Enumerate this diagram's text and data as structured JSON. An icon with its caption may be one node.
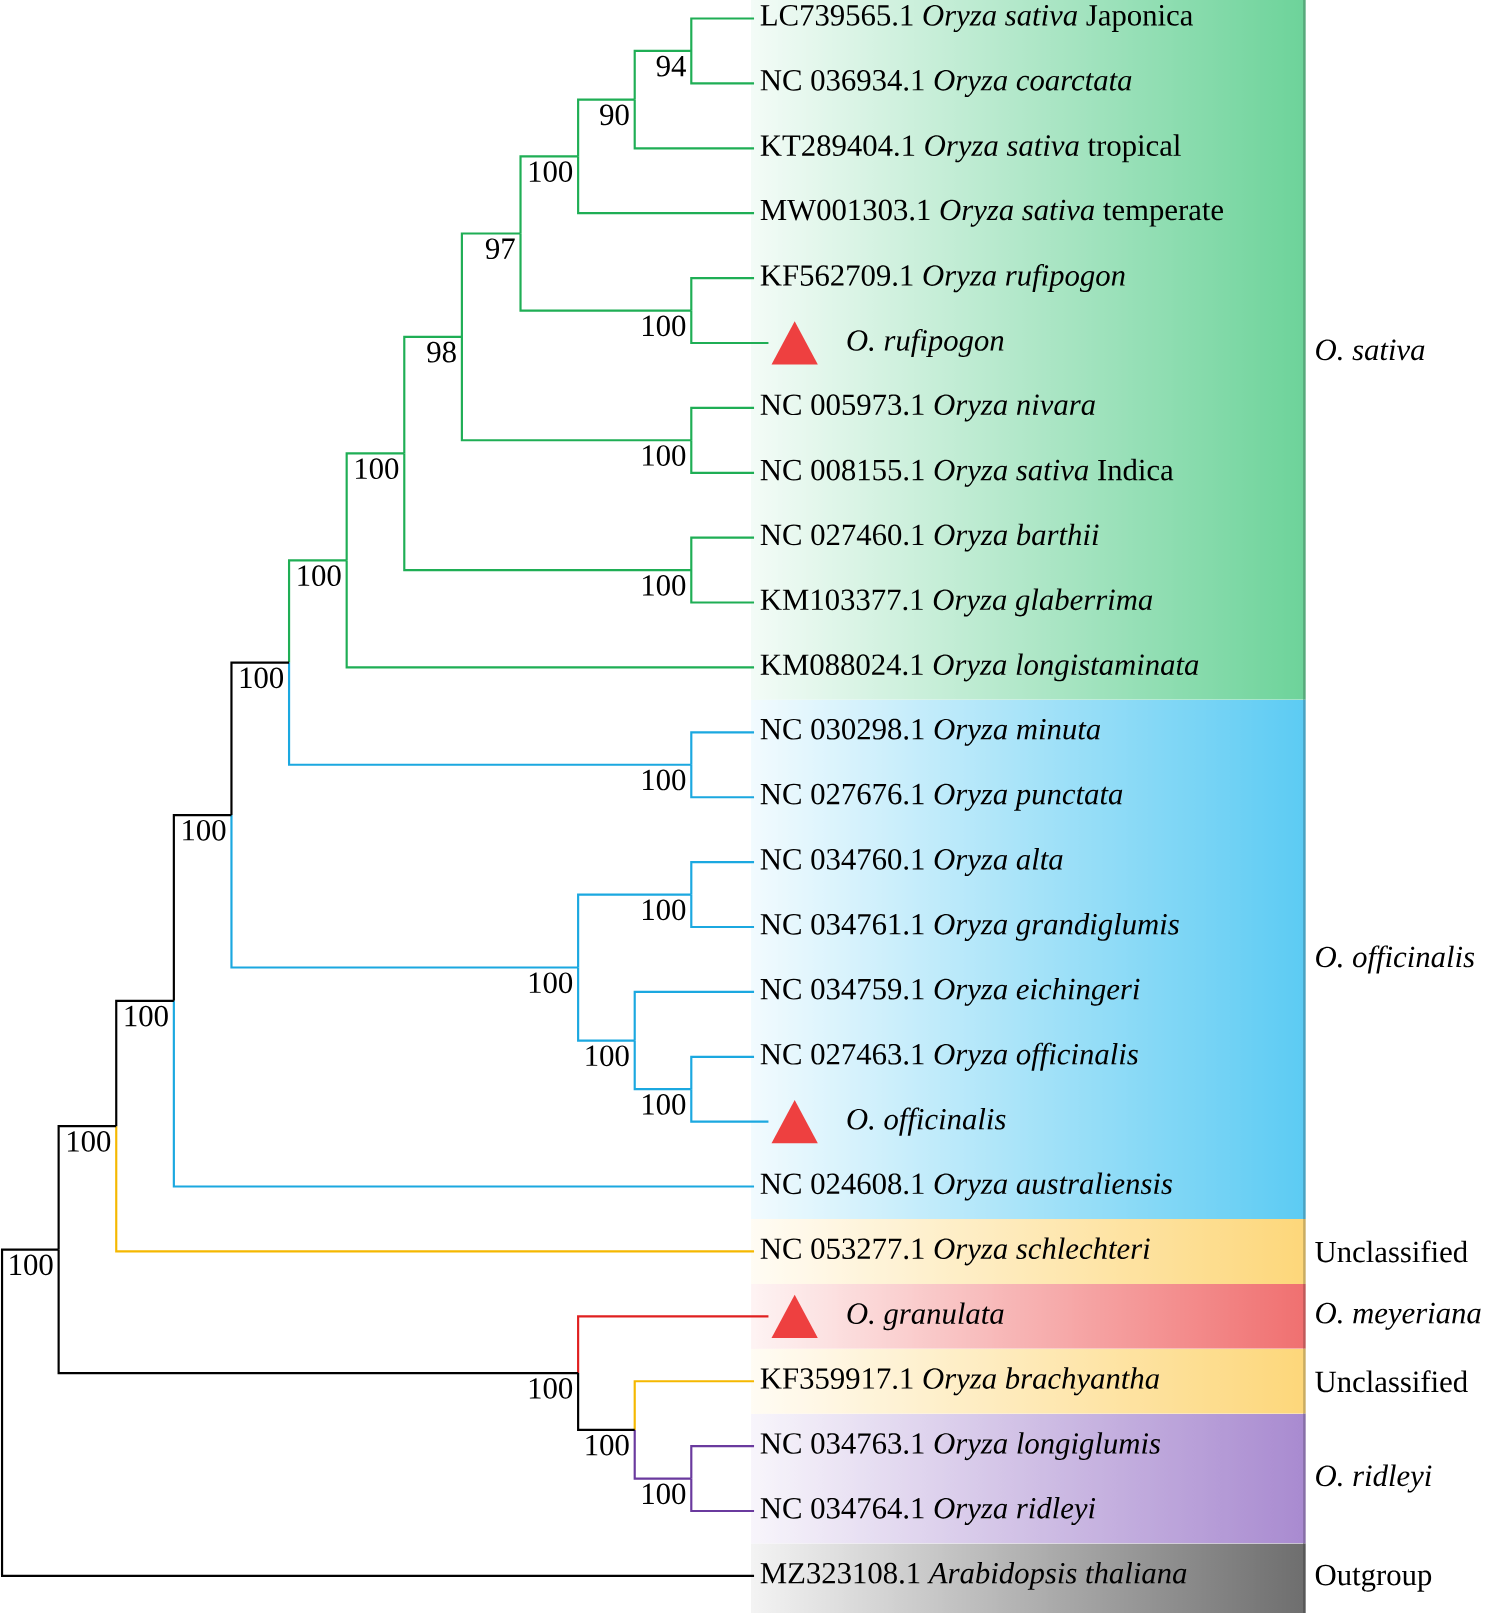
{
  "diagram": {
    "nodes": [
      {
        "text": [
          "O. sativa"
        ]
      },
      {
        "text": [
          "LC739565.1 *Oryza sativa* Japonica"
        ],
        "in": 0
      },
      {
        "text": [
          "NC 036934.1 *Oryza coarctata*"
        ],
        "in": 0
      },
      {
        "text": [
          "KT289404.1 *Oryza sativa* tropical"
        ],
        "in": 0
      },
      {
        "text": [
          "MW001303.1 *Oryza sativa* temperate"
        ],
        "in": 0
      },
      {
        "text": [
          "KF562709.1 *Oryza rufipogon*"
        ],
        "in": 0
      },
      {
        "text": [
          "O. rufipogon"
        ],
        "in": 0
      },
      {
        "text": [
          "NC 005973.1 *Oryza nivara*"
        ],
        "in": 0
      },
      {
        "text": [
          "NC 008155.1 *Oryza sativa* Indica"
        ],
        "in": 0
      },
      {
        "text": [
          "NC 027460.1 *Oryza barthii*"
        ],
        "in": 0
      },
      {
        "text": [
          "KM103377.1 *Oryza glaberrima*"
        ],
        "in": 0
      },
      {
        "text": [
          "KM088024.1 *Oryza longistaminata*"
        ],
        "in": 0
      },
      {
        "text": [
          "O. officinalis"
        ]
      },
      {
        "text": [
          "NC 030298.1 *Oryza minuta*"
        ],
        "in": 12
      },
      {
        "text": [
          "NC 027676.1 *Oryza punctata*"
        ],
        "in": 12
      },
      {
        "text": [
          "NC 034760.1 *Oryza alta*"
        ],
        "in": 12
      },
      {
        "text": [
          "NC 034761.1 *Oryza grandiglumis*"
        ],
        "in": 12
      },
      {
        "text": [
          "NC 034759.1 *Oryza eichingeri*"
        ],
        "in": 12
      },
      {
        "text": [
          "NC 027463.1 *Oryza officinalis*"
        ],
        "in": 12
      },
      {
        "text": [
          "O. officinalis"
        ],
        "in": 12
      },
      {
        "text": [
          "NC 024608.1 *Oryza australiensis*"
        ],
        "in": 12
      },
      {
        "text": [
          "Unclassified"
        ]
      },
      {
        "text": [
          "NC 053277.1 *Oryza schlechteri*"
        ],
        "in": 21
      },
      {
        "text": [
          "O. meyeriana"
        ]
      },
      {
        "text": [
          "O. granulata"
        ],
        "in": 23
      },
      {
        "text": [
          "Unclassified"
        ]
      },
      {
        "text": [
          "KF359917.1 *Oryza brachyantha*"
        ],
        "in": 25
      },
      {
        "text": [
          "O. ridleyi"
        ]
      },
      {
        "text": [
          "NC 034763.1 *Oryza longiglumis*"
        ],
        "in": 27
      },
      {
        "text": [
          "NC 034764.1 *Oryza ridleyi*"
        ],
        "in": 27
      },
      {
        "text": [
          "Outgroup"
        ]
      },
      {
        "text": [
          "MZ323108.1 *Arabidopsis thaliana*"
        ],
        "in": 30
      },
      {
        "text": [
          "94"
        ]
      },
      {
        "text": [
          "90"
        ]
      },
      {
        "text": [
          "100"
        ]
      },
      {
        "text": [
          "100"
        ]
      },
      {
        "text": [
          "97"
        ]
      },
      {
        "text": [
          "100"
        ]
      },
      {
        "text": [
          "98"
        ]
      },
      {
        "text": [
          "100"
        ]
      },
      {
        "text": [
          "100"
        ]
      },
      {
        "text": [
          "100"
        ]
      },
      {
        "text": [
          "100"
        ]
      },
      {
        "text": [
          "100"
        ]
      },
      {
        "text": [
          "100"
        ]
      },
      {
        "text": [
          "100"
        ]
      },
      {
        "text": [
          "100"
        ]
      },
      {
        "text": [
          "100"
        ]
      },
      {
        "text": [
          "100"
        ]
      },
      {
        "text": [
          "100"
        ]
      },
      {
        "text": [
          "100"
        ]
      },
      {
        "text": [
          "100"
        ]
      },
      {
        "text": [
          "100"
        ]
      },
      {
        "text": [
          "100"
        ]
      },
      {
        "text": [
          "100"
        ]
      }
    ],
    "edges": [
      {
        "from": 32,
        "to": 1,
        "arrow": "none"
      },
      {
        "from": 32,
        "to": 2,
        "arrow": "none"
      },
      {
        "from": 33,
        "to": 32,
        "arrow": "none"
      },
      {
        "from": 33,
        "to": 3,
        "arrow": "none"
      },
      {
        "from": 34,
        "to": 33,
        "arrow": "none"
      },
      {
        "from": 34,
        "to": 4,
        "arrow": "none"
      },
      {
        "from": 35,
        "to": 5,
        "arrow": "none"
      },
      {
        "from": 35,
        "to": 6,
        "arrow": "none"
      },
      {
        "from": 36,
        "to": 34,
        "arrow": "none"
      },
      {
        "from": 36,
        "to": 35,
        "arrow": "none"
      },
      {
        "from": 37,
        "to": 7,
        "arrow": "none"
      },
      {
        "from": 37,
        "to": 8,
        "arrow": "none"
      },
      {
        "from": 38,
        "to": 36,
        "arrow": "none"
      },
      {
        "from": 38,
        "to": 37,
        "arrow": "none"
      },
      {
        "from": 39,
        "to": 9,
        "arrow": "none"
      },
      {
        "from": 39,
        "to": 10,
        "arrow": "none"
      },
      {
        "from": 40,
        "to": 38,
        "arrow": "none"
      },
      {
        "from": 40,
        "to": 39,
        "arrow": "none"
      },
      {
        "from": 41,
        "to": 40,
        "arrow": "none"
      },
      {
        "from": 41,
        "to": 11,
        "arrow": "none"
      },
      {
        "from": 42,
        "to": 13,
        "arrow": "none",
        "color": "#1ba8e0"
      },
      {
        "from": 42,
        "to": 14,
        "arrow": "none",
        "color": "#1ba8e0"
      },
      {
        "from": 43,
        "to": 41,
        "arrow": "none"
      },
      {
        "from": 43,
        "to": 42,
        "arrow": "none",
        "color": "#1ba8e0"
      },
      {
        "from": 44,
        "to": 15,
        "arrow": "none",
        "color": "#1ba8e0"
      },
      {
        "from": 44,
        "to": 16,
        "arrow": "none",
        "color": "#1ba8e0"
      },
      {
        "from": 45,
        "to": 18,
        "arrow": "none",
        "color": "#1ba8e0"
      },
      {
        "from": 45,
        "to": 19,
        "arrow": "none",
        "color": "#1ba8e0"
      },
      {
        "from": 46,
        "to": 17,
        "arrow": "none",
        "color": "#1ba8e0"
      },
      {
        "from": 46,
        "to": 45,
        "arrow": "none",
        "color": "#1ba8e0"
      },
      {
        "from": 47,
        "to": 44,
        "arrow": "none",
        "color": "#1ba8e0"
      },
      {
        "from": 47,
        "to": 46,
        "arrow": "none",
        "color": "#1ba8e0"
      },
      {
        "from": 48,
        "to": 43,
        "arrow": "none",
        "color": "#000000"
      },
      {
        "from": 48,
        "to": 47,
        "arrow": "none",
        "color": "#1ba8e0"
      },
      {
        "from": 49,
        "to": 48,
        "arrow": "none",
        "color": "#000000"
      },
      {
        "from": 49,
        "to": 20,
        "arrow": "none",
        "color": "#1ba8e0"
      },
      {
        "from": 50,
        "to": 49,
        "arrow": "none",
        "color": "#000000"
      },
      {
        "from": 50,
        "to": 22,
        "arrow": "none",
        "color": "#f5b800"
      },
      {
        "from": 51,
        "to": 28,
        "arrow": "none",
        "color": "#6a3a9e"
      },
      {
        "from": 51,
        "to": 29,
        "arrow": "none",
        "color": "#6a3a9e"
      },
      {
        "from": 52,
        "to": 26,
        "arrow": "none",
        "color": "#f5b800"
      },
      {
        "from": 52,
        "to": 51,
        "arrow": "none",
        "color": "#6a3a9e"
      },
      {
        "from": 53,
        "to": 24,
        "arrow": "none",
        "color": "#e02020"
      },
      {
        "from": 53,
        "to": 52,
        "arrow": "none",
        "color": "#000000"
      },
      {
        "from": 54,
        "to": 50,
        "arrow": "none",
        "color": "#000000"
      },
      {
        "from": 54,
        "to": 53,
        "arrow": "none",
        "color": "#000000"
      },
      {
        "from": 54,
        "to": 31,
        "arrow": "none",
        "color": "#000000"
      }
    ]
  }
}
